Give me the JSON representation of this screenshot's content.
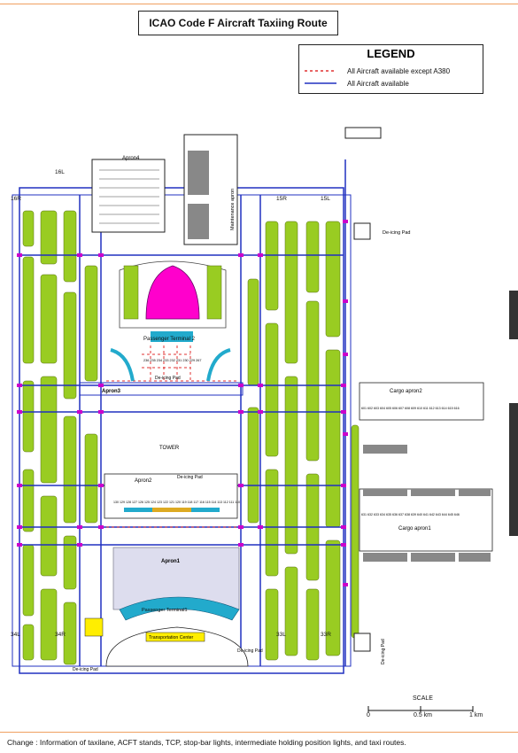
{
  "title": "ICAO Code F Aircraft Taxiing Route",
  "legend": {
    "title": "LEGEND",
    "items": [
      {
        "label": "All Aircraft available except A380",
        "style": "dashed",
        "color": "#e03030"
      },
      {
        "label": "All Aircraft available",
        "style": "solid",
        "color": "#2030c0"
      }
    ]
  },
  "runways": {
    "r16R": "16R",
    "r16L": "16L",
    "r15R": "15R",
    "r15L": "15L",
    "r34L": "34L",
    "r34R": "34R",
    "r33L": "33L",
    "r33R": "33R"
  },
  "areas": {
    "apron4": "Apron4",
    "apron3": "Apron3",
    "apron2": "Apron2",
    "apron1": "Apron1",
    "cargo_apron1": "Cargo apron1",
    "cargo_apron2": "Cargo apron2",
    "maintenance_apron": "Maintenance apron",
    "terminal2": "Passenger Terminal 2",
    "terminal1": "Passenger Terminal1",
    "transportation_center": "Transportation Center",
    "tower": "TOWER",
    "deicing_pad_ne": "De-icing Pad",
    "deicing_pad_se": "De-icing Pad",
    "deicing_pad_sw": "De-icing Pad",
    "deicing_pad_t2": "De-icing Pad",
    "deicing_pad_t1": "De-icing Pad",
    "deicing_pad_a2": "De-icing Pad"
  },
  "stands": {
    "terminal2_row": [
      "236",
      "235",
      "234",
      "233",
      "232",
      "231",
      "230",
      "229",
      "267"
    ],
    "apron2_row": [
      "130",
      "129",
      "128",
      "127",
      "126",
      "125",
      "124",
      "123",
      "122",
      "121",
      "120",
      "119",
      "118",
      "117",
      "116",
      "115",
      "114",
      "113",
      "112",
      "111",
      "110"
    ],
    "cargo2_row": [
      "601",
      "602",
      "603",
      "604",
      "605",
      "606",
      "607",
      "608",
      "609",
      "610",
      "611",
      "612",
      "613",
      "614",
      "615",
      "616"
    ],
    "cargo1_row": [
      "631",
      "632",
      "633",
      "634",
      "635",
      "636",
      "637",
      "638",
      "639",
      "640",
      "641",
      "642",
      "643",
      "644",
      "645",
      "646"
    ]
  },
  "scale": {
    "title": "SCALE",
    "ticks": [
      "0",
      "0.5 km",
      "1 km"
    ]
  },
  "footer": "Change : Information of taxilane, ACFT stands, TCP, stop-bar lights, intermediate holding position lights, and taxi routes.",
  "colors": {
    "grass": "#99cc22",
    "taxiway": "#2030c0",
    "a380_restricted": "#e03030",
    "terminal_roof": "#ff00cc",
    "marker": "#cc00cc",
    "apron_fill": "#ffffff",
    "accent_rule": "#f0a060"
  }
}
